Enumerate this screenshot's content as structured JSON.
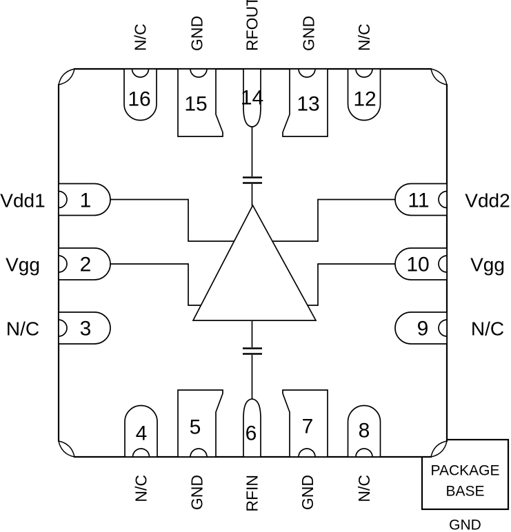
{
  "diagram": {
    "type": "ic-pinout",
    "description": "16-pin amplifier package pinout, top view",
    "colors": {
      "line": "#000000",
      "background": "#ffffff"
    }
  },
  "pins": [
    {
      "number": "1",
      "label": "Vdd1",
      "side": "left"
    },
    {
      "number": "2",
      "label": "Vgg",
      "side": "left"
    },
    {
      "number": "3",
      "label": "N/C",
      "side": "left"
    },
    {
      "number": "4",
      "label": "N/C",
      "side": "bottom"
    },
    {
      "number": "5",
      "label": "GND",
      "side": "bottom"
    },
    {
      "number": "6",
      "label": "RFIN",
      "side": "bottom"
    },
    {
      "number": "7",
      "label": "GND",
      "side": "bottom"
    },
    {
      "number": "8",
      "label": "N/C",
      "side": "bottom"
    },
    {
      "number": "9",
      "label": "N/C",
      "side": "right"
    },
    {
      "number": "10",
      "label": "Vgg",
      "side": "right"
    },
    {
      "number": "11",
      "label": "Vdd2",
      "side": "right"
    },
    {
      "number": "12",
      "label": "N/C",
      "side": "top"
    },
    {
      "number": "13",
      "label": "GND",
      "side": "top"
    },
    {
      "number": "14",
      "label": "RFOUT",
      "side": "top"
    },
    {
      "number": "15",
      "label": "GND",
      "side": "top"
    },
    {
      "number": "16",
      "label": "N/C",
      "side": "top"
    }
  ],
  "package_base": {
    "line1": "PACKAGE",
    "line2": "BASE",
    "ground_label": "GND"
  }
}
